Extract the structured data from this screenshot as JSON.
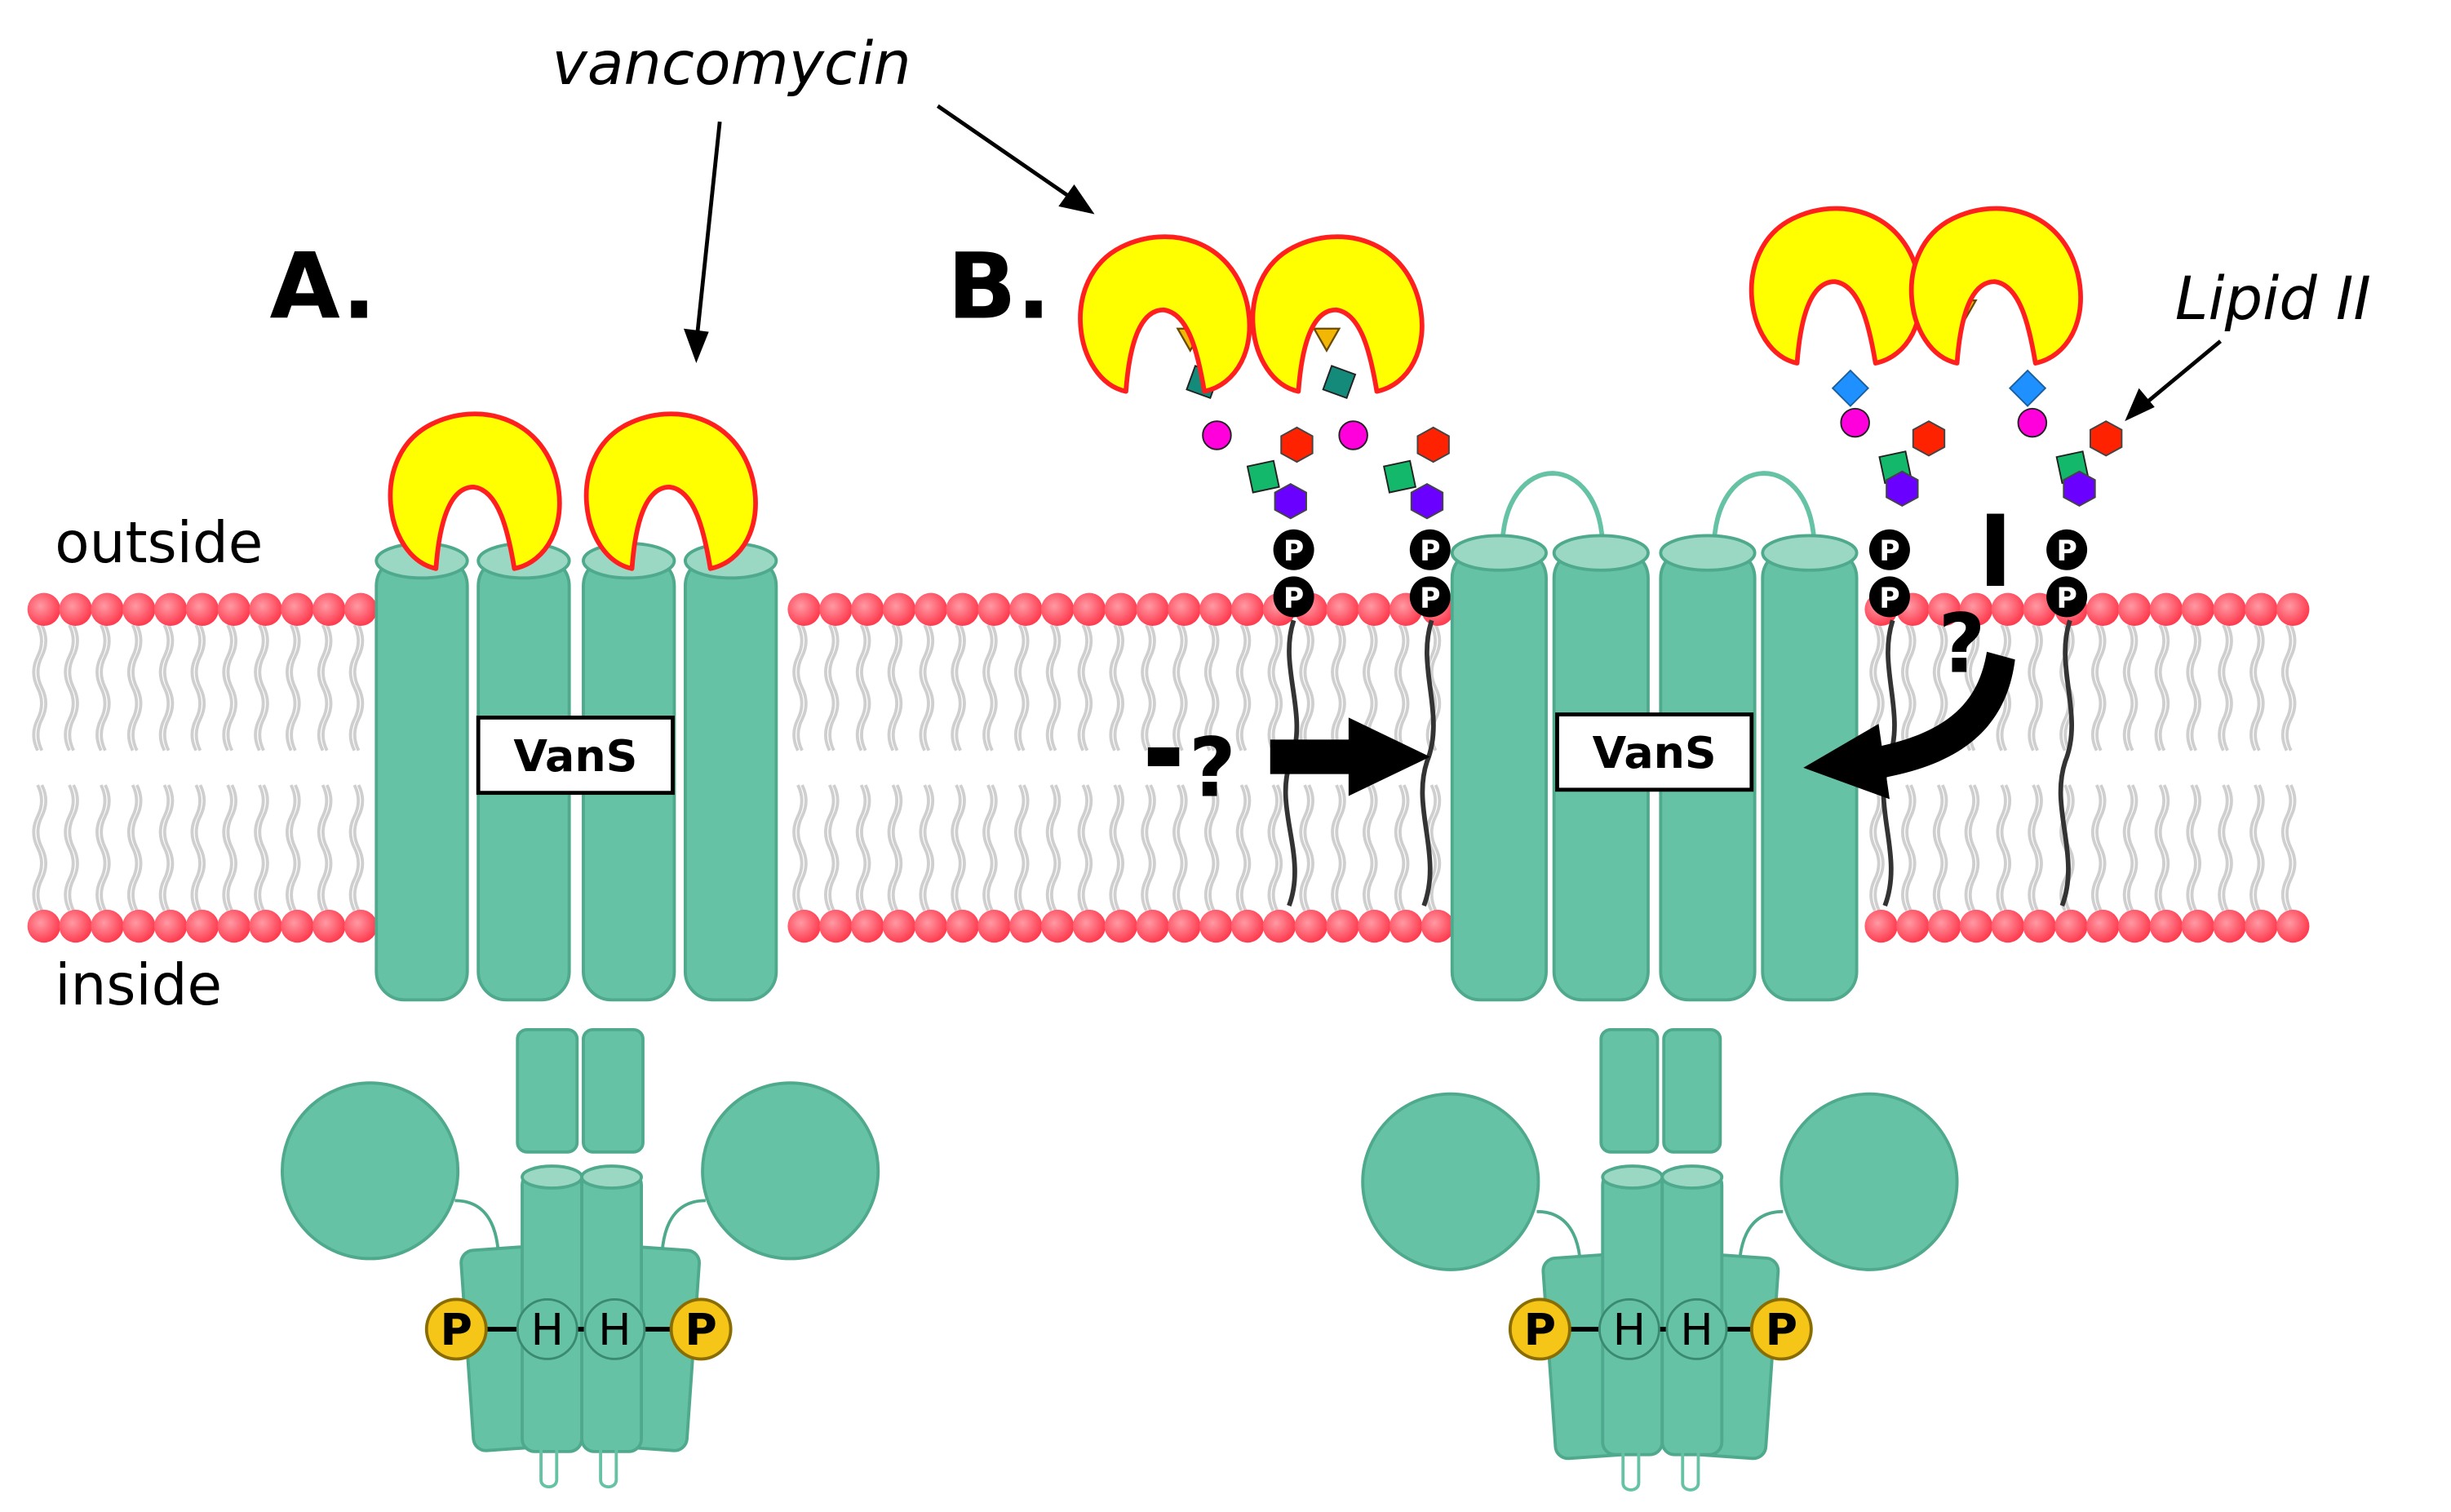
{
  "panels": {
    "a": {
      "label": "A.",
      "protein_label": "VanS"
    },
    "b": {
      "label": "B.",
      "protein_label": "VanS",
      "unknown_mark": "?",
      "negative_mark": "-?",
      "stop_mark": "|"
    }
  },
  "labels": {
    "vancomycin": "vancomycin",
    "lipid_ii": "Lipid II",
    "outside": "outside",
    "inside": "inside"
  },
  "phospho": {
    "p": "P",
    "h": "H"
  },
  "colors": {
    "protein": "#66c2a5",
    "protein_edge": "#4fa98c",
    "protein_cap": "#9bd8c4",
    "lipid_head": "#ff5a6b",
    "vancomycin_fill": "#ffff00",
    "vancomycin_edge": "#ff1f1f",
    "phospho_fill": "#f5c518",
    "triangle": "#f2b705",
    "teal_square": "#138a7a",
    "green_square": "#14b86a",
    "blue_diamond": "#1e90ff",
    "magenta_circle": "#ff00dd",
    "red_hexagon": "#ff2200",
    "purple_hexagon": "#6a00ff"
  },
  "icons": [
    "vancomycin-clamp",
    "lipid-ii",
    "phosphate-p",
    "histidine-h",
    "sugar-triangle",
    "sugar-square",
    "sugar-diamond",
    "sugar-circle",
    "sugar-hexagon"
  ]
}
